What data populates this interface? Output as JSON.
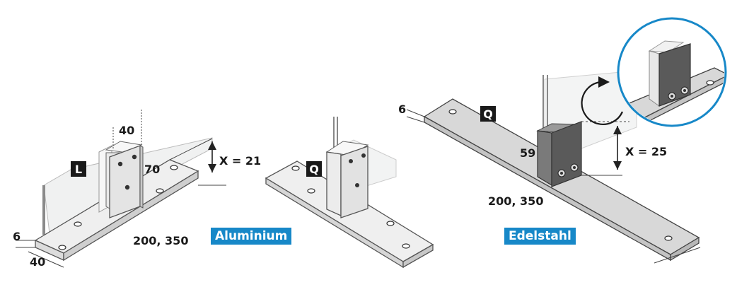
{
  "left_variant": {
    "profile_letter": "L",
    "width_top": "40",
    "height": "70",
    "x_value": "X = 21",
    "thickness": "6",
    "base_width": "40",
    "lengths": "200, 350"
  },
  "middle_variant": {
    "profile_letter": "Q"
  },
  "right_variant": {
    "profile_letter": "Q",
    "height": "59",
    "x_value": "X = 25",
    "thickness": "6",
    "lengths": "200, 350"
  },
  "materials": {
    "aluminium": "Aluminium",
    "stainless": "Edelstahl"
  },
  "colors": {
    "label_bg": "#1788c8",
    "plate": "#eeeeee",
    "stainless_plate": "#d6d6d6",
    "clamp_dark": "#555555",
    "glass": "#e8eaea"
  },
  "icons": [
    "rotate-arrow-icon",
    "magnifier-circle-icon"
  ]
}
